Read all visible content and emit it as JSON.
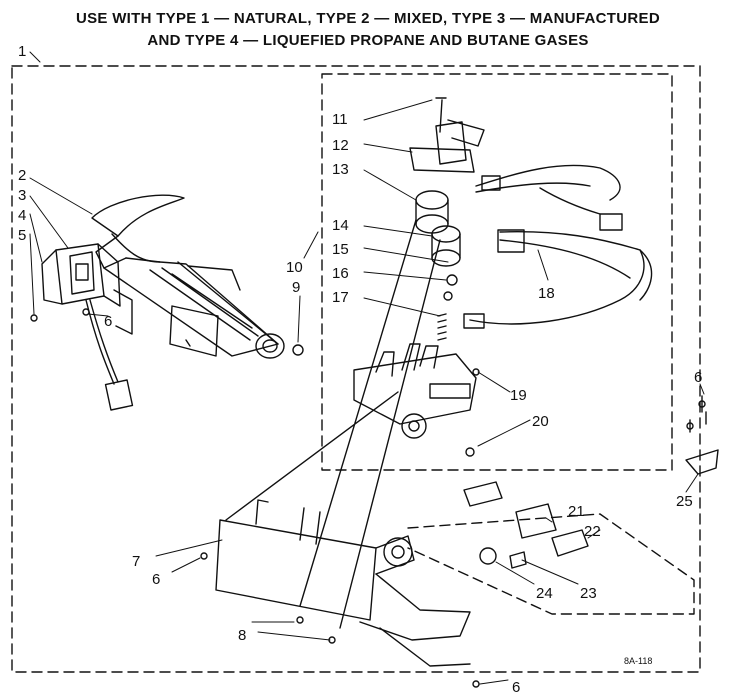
{
  "header": {
    "line1": "USE WITH TYPE 1 — NATURAL, TYPE 2 — MIXED, TYPE 3 — MANUFACTURED",
    "line2": "AND TYPE 4 — LIQUEFIED PROPANE AND BUTANE GASES"
  },
  "diagram_code": "8A-118",
  "callouts": {
    "c1": "1",
    "c2": "2",
    "c3": "3",
    "c4": "4",
    "c5": "5",
    "c6a": "6",
    "c6b": "6",
    "c6c": "6",
    "c6d": "6",
    "c7": "7",
    "c8": "8",
    "c9": "9",
    "c10": "10",
    "c11": "11",
    "c12": "12",
    "c13": "13",
    "c14": "14",
    "c15": "15",
    "c16": "16",
    "c17": "17",
    "c18": "18",
    "c19": "19",
    "c20": "20",
    "c21": "21",
    "c22": "22",
    "c23": "23",
    "c24": "24",
    "c25": "25"
  }
}
